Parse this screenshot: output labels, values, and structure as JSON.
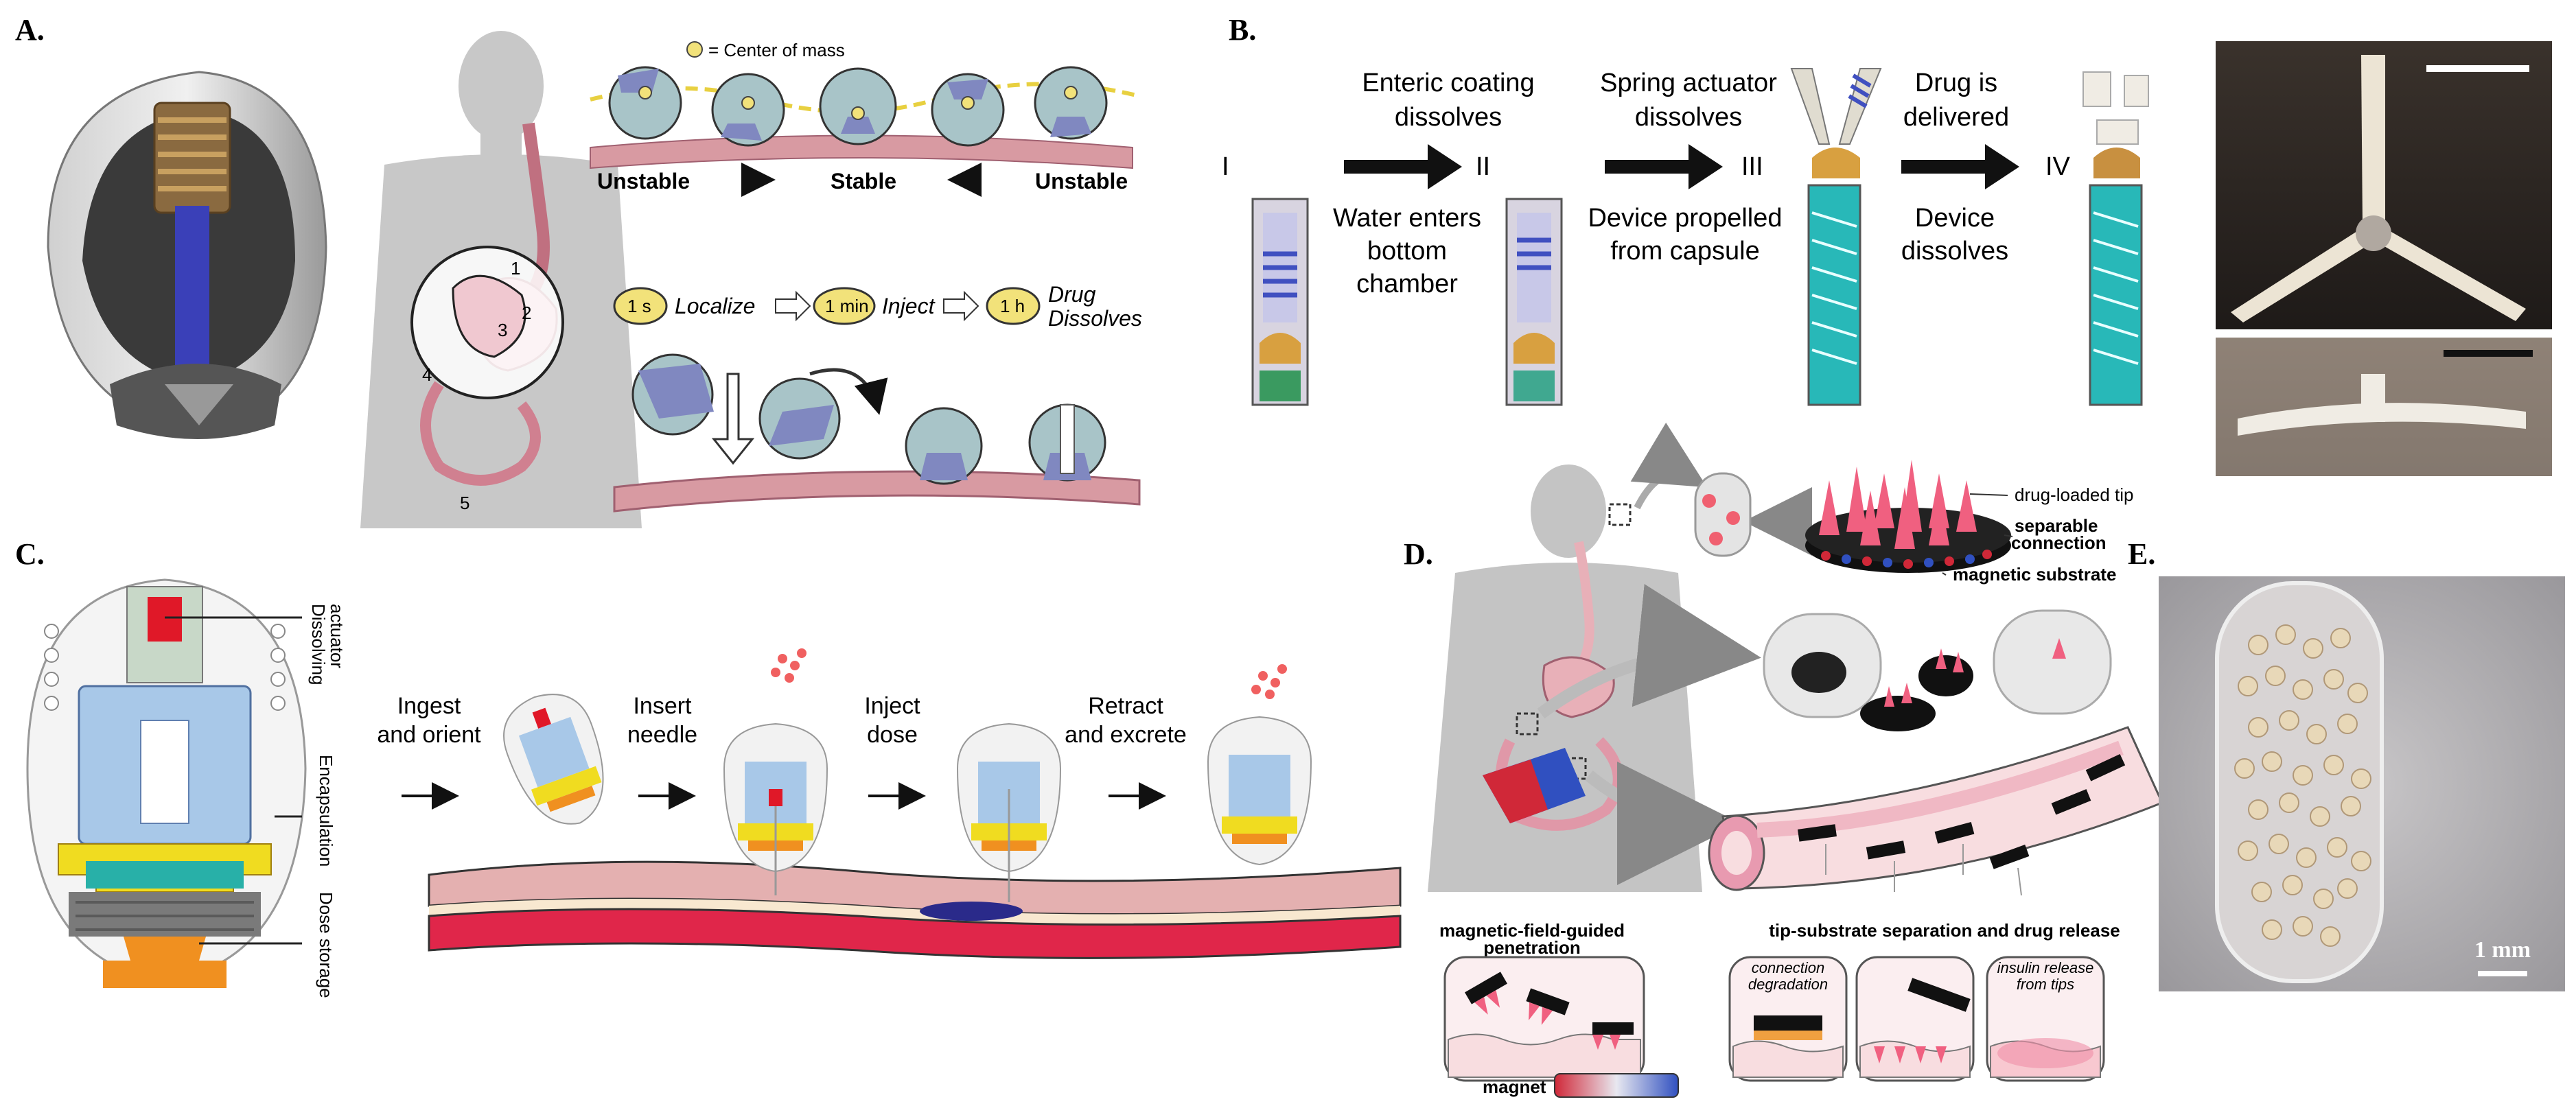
{
  "panels": {
    "a": "A.",
    "b": "B.",
    "c": "C.",
    "d": "D.",
    "e": "E."
  },
  "panel_a": {
    "legend": "= Center of mass",
    "unstable_left": "Unstable",
    "stable": "Stable",
    "unstable_right": "Unstable",
    "step1_time": "1 s",
    "step1_label": "Localize",
    "step2_time": "1 min",
    "step2_label": "Inject",
    "step3_time": "1 h",
    "step3_label_line1": "Drug",
    "step3_label_line2": "Dissolves",
    "organ_numbers": [
      "1",
      "2",
      "3",
      "4",
      "5"
    ]
  },
  "panel_b": {
    "stage_i": "I",
    "stage_ii": "II",
    "stage_iii": "III",
    "stage_iv": "IV",
    "top1_line1": "Enteric coating",
    "top1_line2": "dissolves",
    "bottom1_line1": "Water enters",
    "bottom1_line2": "bottom",
    "bottom1_line3": "chamber",
    "top2_line1": "Spring actuator",
    "top2_line2": "dissolves",
    "bottom2_line1": "Device propelled",
    "bottom2_line2": "from capsule",
    "top3_line1": "Drug is",
    "top3_line2": "delivered",
    "bottom3_line1": "Device",
    "bottom3_line2": "dissolves"
  },
  "panel_c": {
    "side_label1_line1": "Dissolving",
    "side_label1_line2": "actuator",
    "side_label2": "Encapsulation",
    "side_label3": "Dose storage",
    "step1_line1": "Ingest",
    "step1_line2": "and orient",
    "step2_line1": "Insert",
    "step2_line2": "needle",
    "step3_line1": "Inject",
    "step3_line2": "dose",
    "step4_line1": "Retract",
    "step4_line2": "and excrete"
  },
  "panel_d": {
    "label_tip": "drug-loaded tip",
    "label_conn_line1": "separable",
    "label_conn_line2": "connection",
    "label_substrate": "magnetic substrate",
    "left_title_line1": "magnetic-field-guided",
    "left_title_line2": "penetration",
    "right_title": "tip-substrate separation and drug release",
    "box2_line1": "connection",
    "box2_line2": "degradation",
    "box3_line1": "insulin release",
    "box3_line2": "from tips",
    "magnet_label": "magnet"
  },
  "panel_e": {
    "scale_label": "1 mm"
  },
  "colors": {
    "capsule_teal": "#a8c4c8",
    "device_purple": "#8088c0",
    "tissue_pink": "#d89aa2",
    "blood_red": "#e0264a",
    "needle_blue": "#4050c0",
    "body_gray": "#c8c8c8",
    "label_yellow": "#f2e27a",
    "photo_bg": "#2a2420",
    "micro_bg": "#b8b4b8"
  }
}
